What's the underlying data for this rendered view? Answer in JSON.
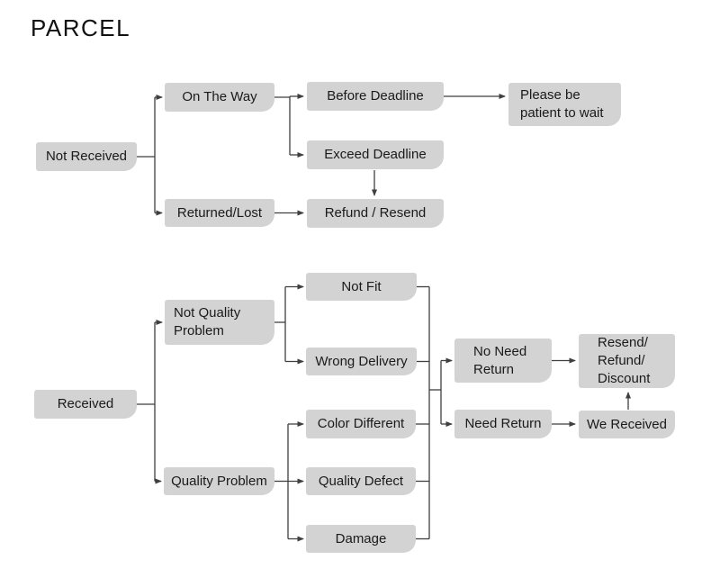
{
  "title": "PARCEL",
  "colors": {
    "background": "#ffffff",
    "node_fill": "#d3d3d3",
    "connector": "#3f3f3f",
    "text": "#1a1a1a"
  },
  "nodes": {
    "not_received": {
      "label": "Not Received"
    },
    "on_the_way": {
      "label": "On The Way"
    },
    "returned_lost": {
      "label": "Returned/Lost"
    },
    "before_deadline": {
      "label": "Before Deadline"
    },
    "exceed_deadline": {
      "label": "Exceed Deadline"
    },
    "refund_resend": {
      "label": "Refund / Resend"
    },
    "please_wait": {
      "label": "Please be\npatient to wait"
    },
    "received": {
      "label": "Received"
    },
    "not_quality_problem": {
      "label": "Not Quality\nProblem"
    },
    "quality_problem": {
      "label": "Quality Problem"
    },
    "not_fit": {
      "label": "Not Fit"
    },
    "wrong_delivery": {
      "label": "Wrong Delivery"
    },
    "color_different": {
      "label": "Color Different"
    },
    "quality_defect": {
      "label": "Quality Defect"
    },
    "damage": {
      "label": "Damage"
    },
    "no_need_return": {
      "label": "No Need\nReturn"
    },
    "need_return": {
      "label": "Need Return"
    },
    "resend_refund_discount": {
      "label": "Resend/\nRefund/\nDiscount"
    },
    "we_received": {
      "label": "We Received"
    }
  },
  "edges": [
    {
      "from": "not_received",
      "to": "on_the_way"
    },
    {
      "from": "not_received",
      "to": "returned_lost"
    },
    {
      "from": "on_the_way",
      "to": "before_deadline"
    },
    {
      "from": "on_the_way",
      "to": "exceed_deadline"
    },
    {
      "from": "before_deadline",
      "to": "please_wait"
    },
    {
      "from": "exceed_deadline",
      "to": "refund_resend"
    },
    {
      "from": "returned_lost",
      "to": "refund_resend"
    },
    {
      "from": "received",
      "to": "not_quality_problem"
    },
    {
      "from": "received",
      "to": "quality_problem"
    },
    {
      "from": "not_quality_problem",
      "to": "not_fit"
    },
    {
      "from": "not_quality_problem",
      "to": "wrong_delivery"
    },
    {
      "from": "quality_problem",
      "to": "color_different"
    },
    {
      "from": "quality_problem",
      "to": "quality_defect"
    },
    {
      "from": "quality_problem",
      "to": "damage"
    },
    {
      "from": [
        "not_fit",
        "wrong_delivery",
        "color_different",
        "quality_defect",
        "damage"
      ],
      "to": [
        "no_need_return",
        "need_return"
      ],
      "type": "merge-split"
    },
    {
      "from": "no_need_return",
      "to": "resend_refund_discount"
    },
    {
      "from": "need_return",
      "to": "we_received"
    },
    {
      "from": "we_received",
      "to": "resend_refund_discount"
    }
  ]
}
